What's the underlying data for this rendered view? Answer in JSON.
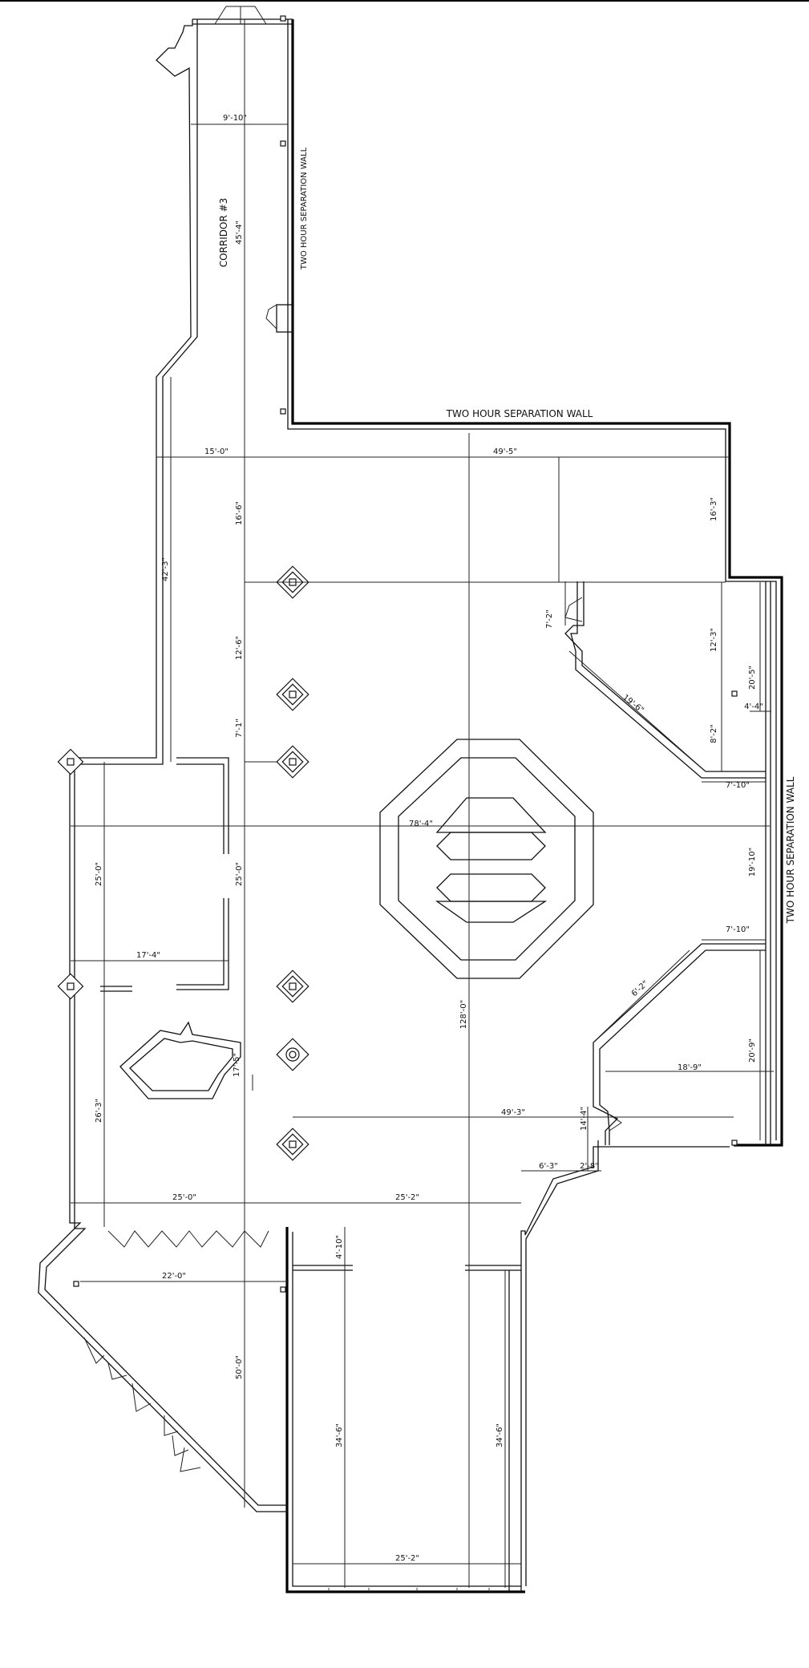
{
  "labels": {
    "corridor": "CORRIDOR #3",
    "wall_top": "TWO HOUR SEPARATION WALL",
    "wall_corridor": "TWO HOUR SEPARATION WALL",
    "wall_right": "TWO HOUR SEPARATION WALL"
  },
  "dims": {
    "corr_width": "9'-10\"",
    "corr_len": "45'-4\"",
    "d15": "15'-0\"",
    "d49_5": "49'-5\"",
    "d16_6": "16'-6\"",
    "d16_3": "16'-3\"",
    "d42_3": "42'-3\"",
    "d12_6": "12'-6\"",
    "d7_1": "7'-1\"",
    "d7_2": "7'-2\"",
    "d12_3": "12'-3\"",
    "d20_5": "20'-5\"",
    "d19_6": "19'-6\"",
    "d4_4": "4'-4\"",
    "d8_2": "8'-2\"",
    "d7_10a": "7'-10\"",
    "d78_4": "78'-4\"",
    "d25_0a": "25'-0\"",
    "d25_0b": "25'-0\"",
    "d19_10": "19'-10\"",
    "d7_10b": "7'-10\"",
    "d17_4": "17'-4\"",
    "d6_2": "6'-2\"",
    "d128": "128'-0\"",
    "d20_9": "20'-9\"",
    "d18_9": "18'-9\"",
    "d17_5": "17'-5\"",
    "d26_3": "26'-3\"",
    "d49_3": "49'-3\"",
    "d14_4": "14'-4\"",
    "d6_3": "6'-3\"",
    "d2_8": "2'-8\"",
    "d25_0c": "25'-0\"",
    "d25_2a": "25'-2\"",
    "d4_10": "4'-10\"",
    "d22_0": "22'-0\"",
    "d50_0": "50'-0\"",
    "d34_6a": "34'-6\"",
    "d34_6b": "34'-6\"",
    "d25_2b": "25'-2\""
  }
}
